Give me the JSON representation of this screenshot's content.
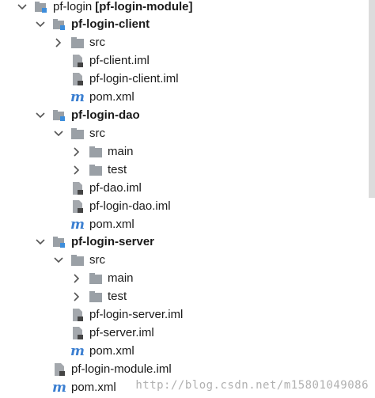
{
  "tree": {
    "root": {
      "name": "pf-login",
      "module_tag": "[pf-login-module]"
    },
    "client": {
      "name": "pf-login-client",
      "src": "src",
      "files": [
        "pf-client.iml",
        "pf-login-client.iml"
      ],
      "pom": "pom.xml"
    },
    "dao": {
      "name": "pf-login-dao",
      "src": "src",
      "main": "main",
      "test": "test",
      "files": [
        "pf-dao.iml",
        "pf-login-dao.iml"
      ],
      "pom": "pom.xml"
    },
    "server": {
      "name": "pf-login-server",
      "src": "src",
      "main": "main",
      "test": "test",
      "files": [
        "pf-login-server.iml",
        "pf-server.iml"
      ],
      "pom": "pom.xml"
    },
    "root_files": [
      "pf-login-module.iml"
    ],
    "root_pom": "pom.xml"
  },
  "maven_icon_char": "m",
  "watermark": "http://blog.csdn.net/m15801049086"
}
